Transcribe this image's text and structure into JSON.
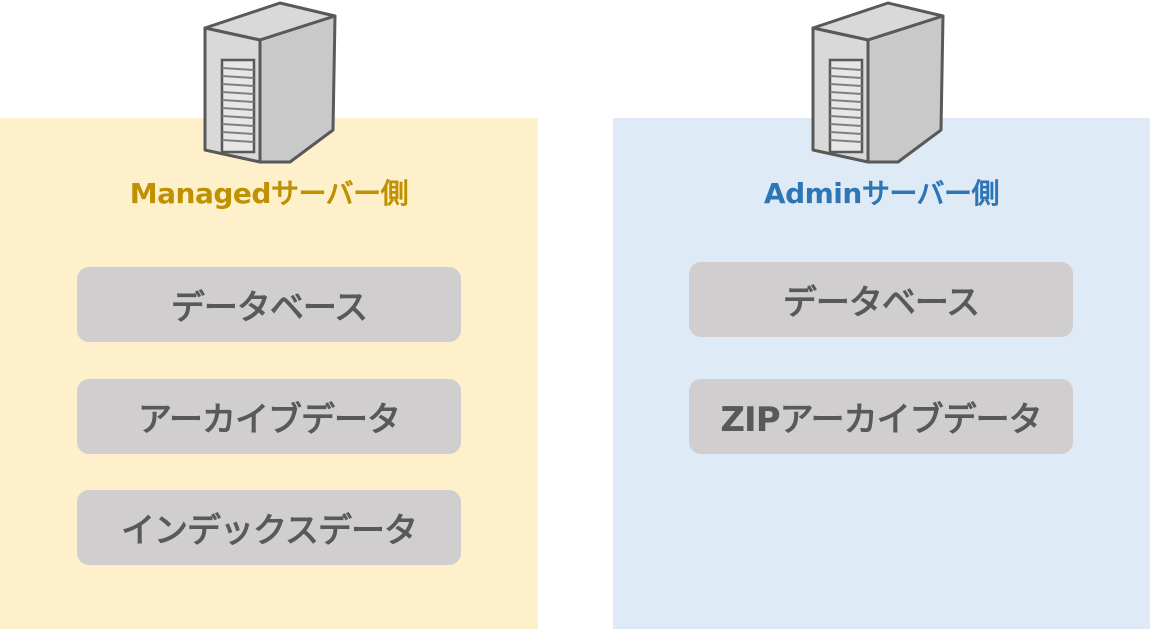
{
  "managed": {
    "title": "Managedサーバー側",
    "icon": "server-icon",
    "items": [
      "データベース",
      "アーカイブデータ",
      "インデックスデータ"
    ]
  },
  "admin": {
    "title": "Adminサーバー側",
    "icon": "server-icon",
    "items": [
      "データベース",
      "ZIPアーカイブデータ"
    ]
  },
  "colors": {
    "managed_bg": "#fff0cc",
    "managed_title": "#bf9000",
    "admin_bg": "#deeaf6",
    "admin_title": "#2e75b6",
    "box_bg": "#d0cece",
    "box_text": "#595959"
  }
}
